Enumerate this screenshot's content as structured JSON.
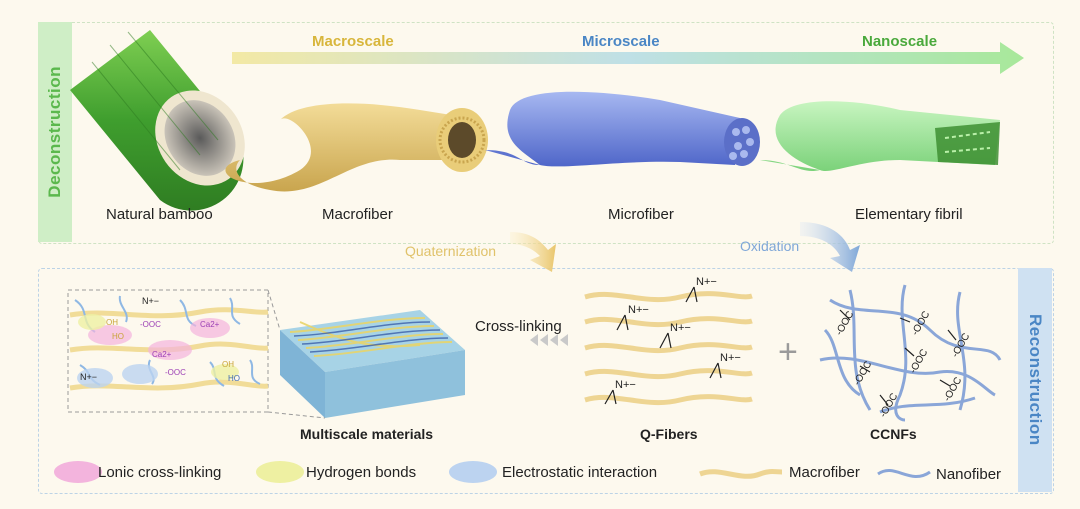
{
  "sections": {
    "deconstruction": "Deconstruction",
    "reconstruction": "Reconstruction"
  },
  "scales": {
    "macro": "Macroscale",
    "micro": "Microscale",
    "nano": "Nanoscale"
  },
  "stages": {
    "bamboo": "Natural bamboo",
    "macrofiber": "Macrofiber",
    "microfiber": "Microfiber",
    "fibril": "Elementary fibril"
  },
  "processes": {
    "quaternization": "Quaternization",
    "oxidation": "Oxidation",
    "crosslinking": "Cross-linking"
  },
  "products": {
    "multiscale": "Multiscale materials",
    "qfibers": "Q-Fibers",
    "ccnfs": "CCNFs"
  },
  "legend": {
    "ionic": "Lonic cross-linking",
    "hydrogen": "Hydrogen bonds",
    "electrostatic": "Electrostatic interaction",
    "macrofiber": "Macrofiber",
    "nanofiber": "Nanofiber"
  },
  "chem": {
    "amine": "N+−",
    "carboxyl": "-OOC",
    "ca": "Ca2+",
    "oh": "OH",
    "ho": "HO",
    "plus": "+"
  },
  "colors": {
    "green": "#5bb84d",
    "blue": "#4a86c5",
    "yellow": "#e8c96a",
    "pink": "#f3b4dd",
    "fiber_blue": "#6f8fd0",
    "ccnf_blue": "#8aa6d8"
  }
}
